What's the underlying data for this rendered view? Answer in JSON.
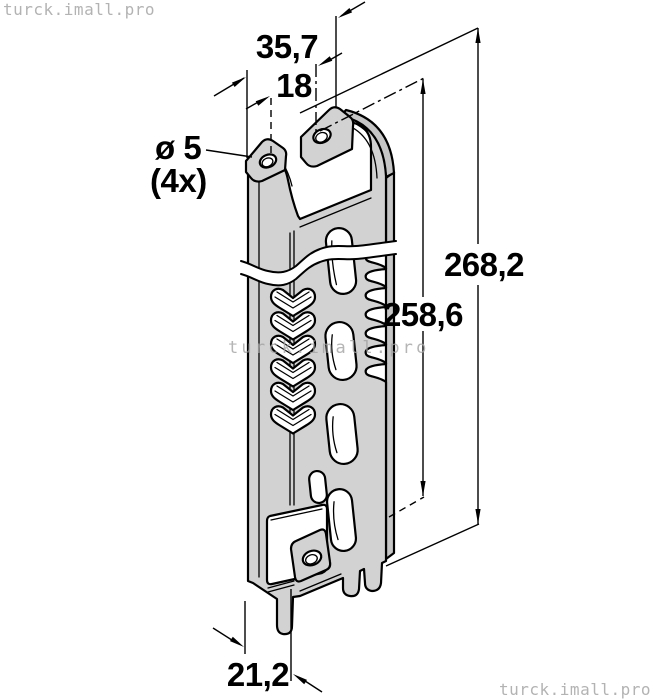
{
  "watermark": {
    "text": "turck.imall.pro"
  },
  "drawing": {
    "type": "isometric-technical-drawing",
    "subject": "slotted mounting bracket with spring serrations"
  },
  "dimensions": {
    "outer_width": "35,7",
    "hole_spacing": "18",
    "hole_diameter": "ø 5",
    "hole_count": "(4x)",
    "overall_height": "268,2",
    "height_to_hole_axis": "258,6",
    "depth": "21,2"
  },
  "features": {
    "top_mounting_tabs": 2,
    "chevron_cutouts": 6,
    "oval_slots": 5,
    "spring_serration_teeth": 7,
    "bottom_tab_holes": 1
  },
  "colors": {
    "background": "#ffffff",
    "part_fill": "#d2d2d2",
    "part_side_fill": "#c6c6c6",
    "outline": "#000000",
    "watermark": "#b3b3b3"
  }
}
